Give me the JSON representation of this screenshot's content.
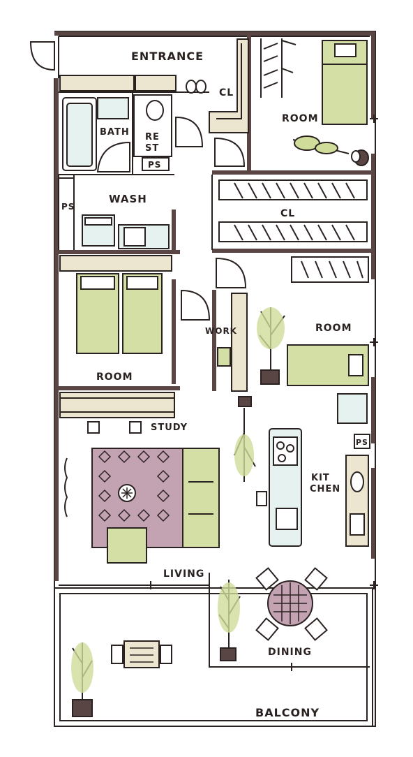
{
  "labels": {
    "entrance": "ENTRANCE",
    "cl_top": "CL",
    "room_top": "ROOM",
    "bath": "BATH",
    "rest_1": "RE",
    "rest_2": "ST",
    "ps_bath": "PS",
    "wash": "WASH",
    "ps_left": "PS",
    "cl_middle": "CL",
    "room_right": "ROOM",
    "work": "WORK",
    "room_left": "ROOM",
    "study": "STUDY",
    "kitchen_1": "KIT",
    "kitchen_2": "CHEN",
    "ps_kitchen": "PS",
    "living": "LIVING",
    "dining": "DINING",
    "balcony": "BALCONY"
  },
  "colors": {
    "wall": "#5a4545",
    "ink": "#2a2220",
    "bed_green": "#d3dfa4",
    "wood_beige": "#ece6d0",
    "rug_mauve": "#c3a2b2",
    "plant_green": "#cfdc9a",
    "pale_blue": "#e5f2ef"
  }
}
